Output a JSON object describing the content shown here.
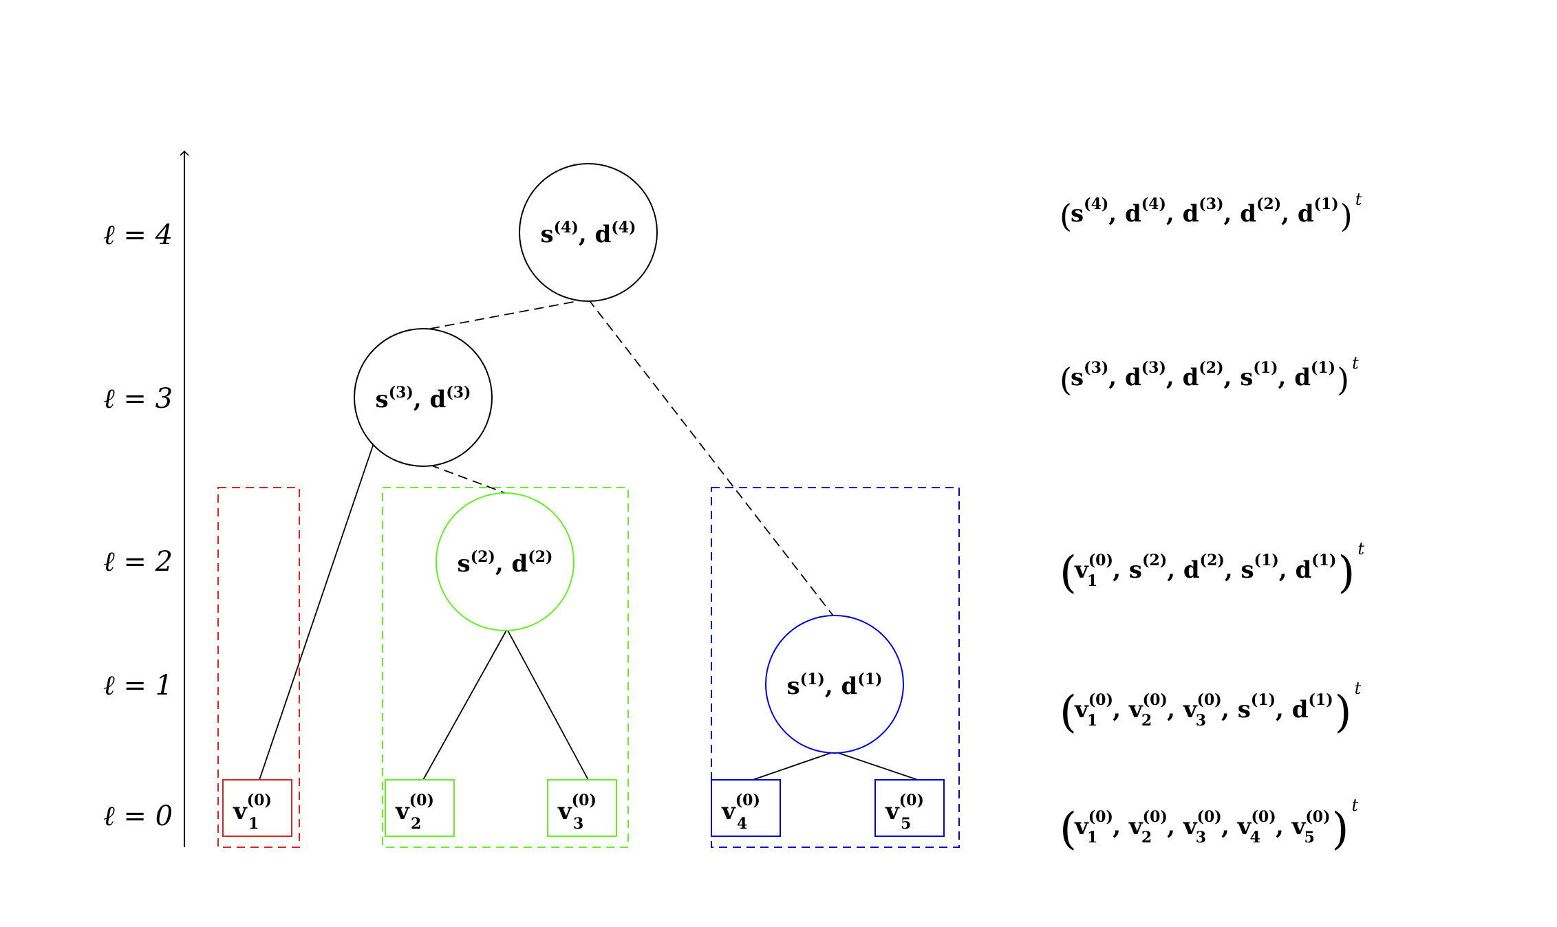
{
  "levels": [
    {
      "label": "ℓ = 4"
    },
    {
      "label": "ℓ = 3"
    },
    {
      "label": "ℓ = 2"
    },
    {
      "label": "ℓ = 1"
    },
    {
      "label": "ℓ = 0"
    }
  ],
  "nodes": {
    "n4": {
      "s": "s",
      "d": "d",
      "sup": "(4)",
      "color": "#000000"
    },
    "n3": {
      "s": "s",
      "d": "d",
      "sup": "(3)",
      "color": "#000000"
    },
    "n2": {
      "s": "s",
      "d": "d",
      "sup": "(2)",
      "color": "#66ee22"
    },
    "n1": {
      "s": "s",
      "d": "d",
      "sup": "(1)",
      "color": "#0000dd"
    }
  },
  "leaves": [
    {
      "v": "v",
      "sup": "(0)",
      "sub": "1",
      "color": "#dd2222"
    },
    {
      "v": "v",
      "sup": "(0)",
      "sub": "2",
      "color": "#66ee22"
    },
    {
      "v": "v",
      "sup": "(0)",
      "sub": "3",
      "color": "#66ee22"
    },
    {
      "v": "v",
      "sup": "(0)",
      "sub": "4",
      "color": "#0000dd"
    },
    {
      "v": "v",
      "sup": "(0)",
      "sub": "5",
      "color": "#0000dd"
    }
  ],
  "group_colors": {
    "red": "#dd2222",
    "green": "#66ee22",
    "blue": "#0000dd"
  },
  "vectors": [
    {
      "transpose": "t",
      "comma": ",",
      "items": [
        {
          "base": "s",
          "sup": "(4)",
          "sub": ""
        },
        {
          "base": "d",
          "sup": "(4)",
          "sub": ""
        },
        {
          "base": "d",
          "sup": "(3)",
          "sub": ""
        },
        {
          "base": "d",
          "sup": "(2)",
          "sub": ""
        },
        {
          "base": "d",
          "sup": "(1)",
          "sub": ""
        }
      ]
    },
    {
      "transpose": "t",
      "comma": ",",
      "items": [
        {
          "base": "s",
          "sup": "(3)",
          "sub": ""
        },
        {
          "base": "d",
          "sup": "(3)",
          "sub": ""
        },
        {
          "base": "d",
          "sup": "(2)",
          "sub": ""
        },
        {
          "base": "s",
          "sup": "(1)",
          "sub": ""
        },
        {
          "base": "d",
          "sup": "(1)",
          "sub": ""
        }
      ]
    },
    {
      "transpose": "t",
      "comma": ",",
      "items": [
        {
          "base": "v",
          "sup": "(0)",
          "sub": "1"
        },
        {
          "base": "s",
          "sup": "(2)",
          "sub": ""
        },
        {
          "base": "d",
          "sup": "(2)",
          "sub": ""
        },
        {
          "base": "s",
          "sup": "(1)",
          "sub": ""
        },
        {
          "base": "d",
          "sup": "(1)",
          "sub": ""
        }
      ]
    },
    {
      "transpose": "t",
      "comma": ",",
      "items": [
        {
          "base": "v",
          "sup": "(0)",
          "sub": "1"
        },
        {
          "base": "v",
          "sup": "(0)",
          "sub": "2"
        },
        {
          "base": "v",
          "sup": "(0)",
          "sub": "3"
        },
        {
          "base": "s",
          "sup": "(1)",
          "sub": ""
        },
        {
          "base": "d",
          "sup": "(1)",
          "sub": ""
        }
      ]
    },
    {
      "transpose": "t",
      "comma": ",",
      "items": [
        {
          "base": "v",
          "sup": "(0)",
          "sub": "1"
        },
        {
          "base": "v",
          "sup": "(0)",
          "sub": "2"
        },
        {
          "base": "v",
          "sup": "(0)",
          "sub": "3"
        },
        {
          "base": "v",
          "sup": "(0)",
          "sub": "4"
        },
        {
          "base": "v",
          "sup": "(0)",
          "sub": "5"
        }
      ]
    }
  ]
}
